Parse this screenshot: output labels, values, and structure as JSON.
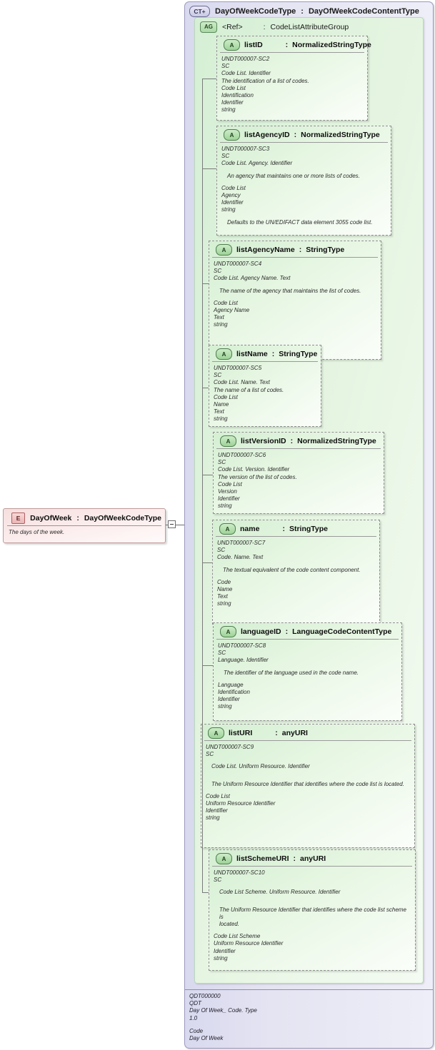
{
  "element": {
    "icon": "E",
    "name": "DayOfWeek",
    "separator": ":",
    "type": "DayOfWeekCodeType",
    "documentation": "The days of the week."
  },
  "complex_type": {
    "icon": "CT+",
    "name": "DayOfWeekCodeType",
    "separator": ":",
    "type": "DayOfWeekCodeContentType"
  },
  "attribute_group": {
    "icon": "AG",
    "ref": "<Ref>",
    "separator": ":",
    "name": "CodeListAttributeGroup"
  },
  "attributes": [
    {
      "icon": "A",
      "name": "listID",
      "separator": ":",
      "type": "NormalizedStringType",
      "lines": [
        {
          "text": "UNDT000007-SC2"
        },
        {
          "text": "SC"
        },
        {
          "text": "Code List. Identifier"
        },
        {
          "text": "The identification of a list of codes."
        },
        {
          "text": "Code List"
        },
        {
          "text": "Identification"
        },
        {
          "text": "Identifier"
        },
        {
          "text": "string"
        }
      ]
    },
    {
      "icon": "A",
      "name": "listAgencyID",
      "separator": ":",
      "type": "NormalizedStringType",
      "lines": [
        {
          "text": "UNDT000007-SC3"
        },
        {
          "text": "SC"
        },
        {
          "text": "Code List. Agency. Identifier"
        },
        {
          "gap": true
        },
        {
          "text": "An agency that maintains one or more lists of codes.",
          "indent": true
        },
        {
          "gap": true
        },
        {
          "text": "Code List"
        },
        {
          "text": "Agency"
        },
        {
          "text": "Identifier"
        },
        {
          "text": "string"
        },
        {
          "gap": true
        },
        {
          "text": "Defaults to the UN/EDIFACT data element 3055 code list.",
          "indent": true
        }
      ]
    },
    {
      "icon": "A",
      "name": "listAgencyName",
      "separator": ":",
      "type": "StringType",
      "lines": [
        {
          "text": "UNDT000007-SC4"
        },
        {
          "text": "SC"
        },
        {
          "text": "Code List. Agency Name. Text"
        },
        {
          "gap": true
        },
        {
          "text": "The name of the agency that maintains the list of codes.",
          "indent": true
        },
        {
          "gap": true
        },
        {
          "text": "Code List"
        },
        {
          "text": "Agency Name"
        },
        {
          "text": "Text"
        },
        {
          "text": "string"
        }
      ]
    },
    {
      "icon": "A",
      "name": "listName",
      "separator": ":",
      "type": "StringType",
      "lines": [
        {
          "text": "UNDT000007-SC5"
        },
        {
          "text": "SC"
        },
        {
          "text": "Code List. Name. Text"
        },
        {
          "text": "The name of a list of codes."
        },
        {
          "text": "Code List"
        },
        {
          "text": "Name"
        },
        {
          "text": "Text"
        },
        {
          "text": "string"
        }
      ]
    },
    {
      "icon": "A",
      "name": "listVersionID",
      "separator": ":",
      "type": "NormalizedStringType",
      "lines": [
        {
          "text": "UNDT000007-SC6"
        },
        {
          "text": "SC"
        },
        {
          "text": "Code List. Version. Identifier"
        },
        {
          "text": "The version of the list of codes."
        },
        {
          "text": "Code List"
        },
        {
          "text": "Version"
        },
        {
          "text": "Identifier"
        },
        {
          "text": "string"
        }
      ]
    },
    {
      "icon": "A",
      "name": "name",
      "separator": ":",
      "type": "StringType",
      "lines": [
        {
          "text": "UNDT000007-SC7"
        },
        {
          "text": "SC"
        },
        {
          "text": "Code. Name. Text"
        },
        {
          "gap": true
        },
        {
          "text": "The textual equivalent of the code content component.",
          "indent": true
        },
        {
          "gap": true
        },
        {
          "text": "Code"
        },
        {
          "text": "Name"
        },
        {
          "text": "Text"
        },
        {
          "text": "string"
        }
      ]
    },
    {
      "icon": "A",
      "name": "languageID",
      "separator": ":",
      "type": "LanguageCodeContentType",
      "lines": [
        {
          "text": "UNDT000007-SC8"
        },
        {
          "text": "SC"
        },
        {
          "text": "Language. Identifier"
        },
        {
          "gap": true
        },
        {
          "text": "The identifier of the language used in the code name.",
          "indent": true
        },
        {
          "gap": true
        },
        {
          "text": "Language"
        },
        {
          "text": "Identification"
        },
        {
          "text": "Identifier"
        },
        {
          "text": "string"
        }
      ]
    },
    {
      "icon": "A",
      "name": "listURI",
      "separator": ":",
      "type": "anyURI",
      "lines": [
        {
          "text": "UNDT000007-SC9"
        },
        {
          "text": "SC"
        },
        {
          "gap": true
        },
        {
          "text": "Code List. Uniform Resource. Identifier",
          "indent": true
        },
        {
          "gap": true
        },
        {
          "gap": true
        },
        {
          "text": "The Uniform Resource Identifier that identifies where the code list is located.",
          "indent": true
        },
        {
          "gap": true
        },
        {
          "text": "Code List"
        },
        {
          "text": "Uniform Resource Identifier"
        },
        {
          "text": "Identifier"
        },
        {
          "text": "string"
        }
      ]
    },
    {
      "icon": "A",
      "name": "listSchemeURI",
      "separator": ":",
      "type": "anyURI",
      "lines": [
        {
          "text": "UNDT000007-SC10"
        },
        {
          "text": "SC"
        },
        {
          "gap": true
        },
        {
          "text": "Code List Scheme. Uniform Resource. Identifier",
          "indent": true
        },
        {
          "gap": true
        },
        {
          "gap": true
        },
        {
          "text": "The Uniform Resource Identifier that identifies where the code list scheme is",
          "indent": true
        },
        {
          "text": "located.",
          "indent": true
        },
        {
          "gap": true
        },
        {
          "text": "Code List Scheme"
        },
        {
          "text": "Uniform Resource Identifier"
        },
        {
          "text": "Identifier"
        },
        {
          "text": "string"
        }
      ]
    }
  ],
  "footer": {
    "lines": [
      {
        "text": "QDT000000"
      },
      {
        "text": "QDT"
      },
      {
        "text": "Day Of Week_ Code. Type"
      },
      {
        "text": "1.0"
      },
      {
        "gap": true
      },
      {
        "text": "Code"
      },
      {
        "text": "Day Of Week"
      }
    ]
  }
}
